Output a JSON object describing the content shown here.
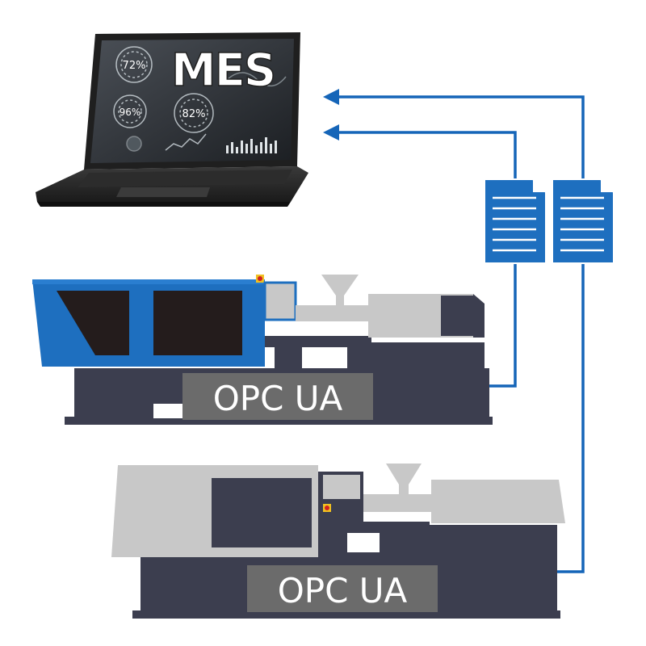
{
  "laptop": {
    "title": "MES",
    "gauges": [
      "72%",
      "96%",
      "82%"
    ]
  },
  "machines": [
    {
      "label": "OPC UA",
      "color": "#1e6fbf"
    },
    {
      "label": "OPC UA",
      "color": "#c8c8c8"
    }
  ],
  "colors": {
    "connection": "#1565b8",
    "document": "#1e6fbf",
    "base": "#3c3e4f",
    "label_bg": "#6b6b6b",
    "label_text": "#ffffff"
  },
  "icons": [
    "laptop-icon",
    "document-icon",
    "arrow-left-icon",
    "injection-molding-machine-icon"
  ]
}
